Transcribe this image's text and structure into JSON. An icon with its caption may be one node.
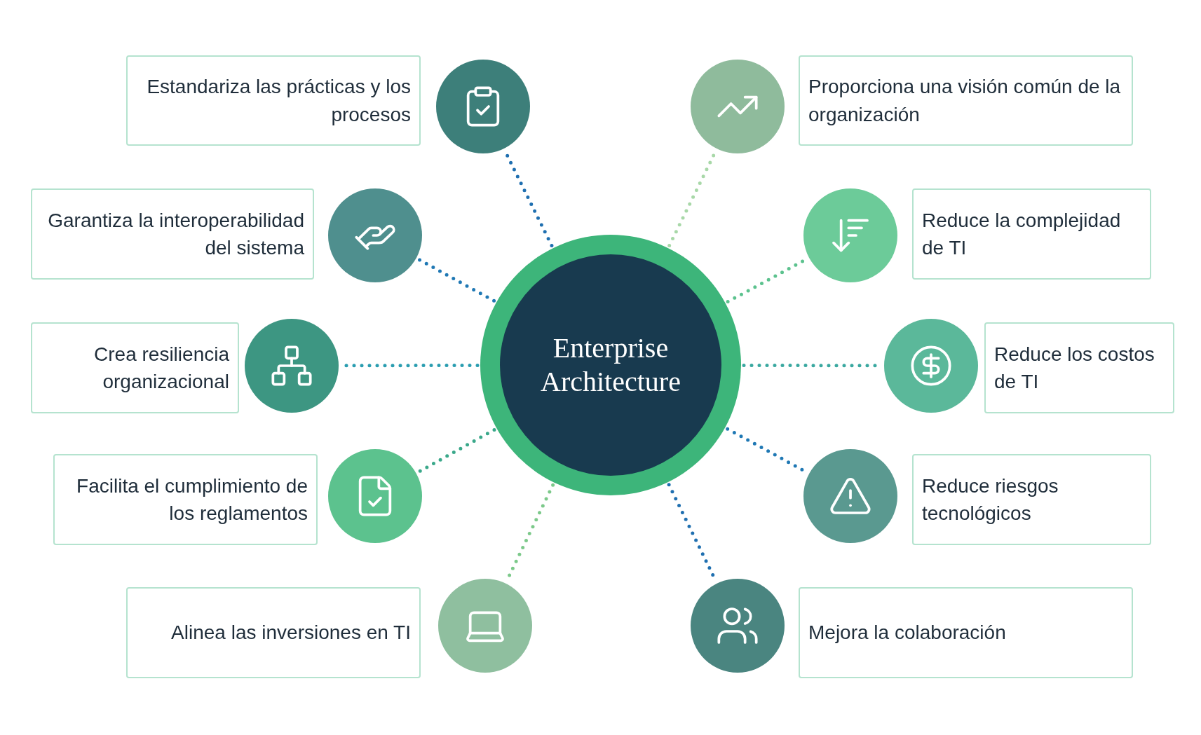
{
  "diagram": {
    "nodes": [
      {
        "text": [
          "Enterprise Architecture"
        ]
      },
      {
        "text": [
          "Estandariza las prácticas y los procesos"
        ]
      },
      {
        "text": [],
        "shape": "circle"
      },
      {
        "text": [],
        "shape": "circle"
      },
      {
        "text": [
          "Proporciona una visión común de la organización"
        ]
      },
      {
        "text": [
          "Garantiza la interoperabilidad del sistema"
        ]
      },
      {
        "text": [],
        "shape": "circle"
      },
      {
        "text": [],
        "shape": "circle"
      },
      {
        "text": [
          "Reduce la complejidad de TI"
        ]
      },
      {
        "text": [
          "Crea resiliencia organizacional"
        ]
      },
      {
        "text": [],
        "shape": "circle"
      },
      {
        "text": [],
        "shape": "circle"
      },
      {
        "text": [
          "Reduce los costos de TI"
        ]
      },
      {
        "text": [
          "Facilita el cumplimiento de los reglamentos"
        ]
      },
      {
        "text": [],
        "shape": "circle"
      },
      {
        "text": [],
        "shape": "circle"
      },
      {
        "text": [
          "Reduce riesgos tecnológicos"
        ]
      },
      {
        "text": [
          "Alinea las inversiones en TI"
        ]
      },
      {
        "text": [],
        "shape": "circle"
      },
      {
        "text": [],
        "shape": "circle"
      },
      {
        "text": [
          "Mejora la colaboración"
        ]
      }
    ],
    "edges": [
      {
        "from": 0,
        "to": 2,
        "arrow": "none",
        "style": "dashed",
        "color": "#1f6fb0"
      },
      {
        "from": 0,
        "to": 3,
        "arrow": "none",
        "style": "dashed",
        "color": "#a8d8a8"
      },
      {
        "from": 0,
        "to": 6,
        "arrow": "none",
        "style": "dashed",
        "color": "#1f78b4"
      },
      {
        "from": 0,
        "to": 7,
        "arrow": "none",
        "style": "dashed",
        "color": "#5cc28e"
      },
      {
        "from": 0,
        "to": 10,
        "arrow": "none",
        "style": "dashed",
        "color": "#2a9db0"
      },
      {
        "from": 0,
        "to": 11,
        "arrow": "none",
        "style": "dashed",
        "color": "#3aa8a0"
      },
      {
        "from": 0,
        "to": 14,
        "arrow": "none",
        "style": "dashed",
        "color": "#3aa88a"
      },
      {
        "from": 0,
        "to": 15,
        "arrow": "none",
        "style": "dashed",
        "color": "#1f78b4"
      },
      {
        "from": 0,
        "to": 18,
        "arrow": "none",
        "style": "dashed",
        "color": "#7cc98a"
      },
      {
        "from": 0,
        "to": 19,
        "arrow": "none",
        "style": "dashed",
        "color": "#1f6fb0"
      }
    ]
  }
}
